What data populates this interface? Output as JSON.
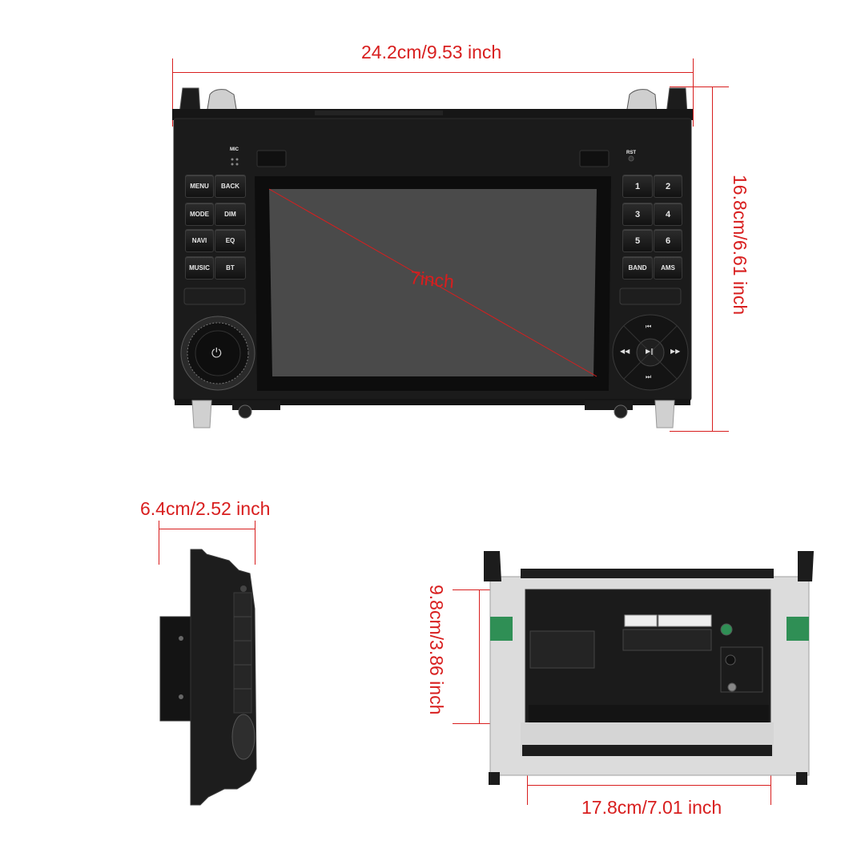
{
  "dimensions": {
    "front_width": "24.2cm/9.53 inch",
    "front_height": "16.8cm/6.61 inch",
    "screen_diagonal": "7inch",
    "side_depth": "6.4cm/2.52 inch",
    "back_height": "9.8cm/3.86 inch",
    "back_width": "17.8cm/7.01 inch"
  },
  "front_panel": {
    "mic_label": "MIC",
    "rst_label": "RST",
    "left_buttons": [
      "MENU",
      "BACK",
      "MODE",
      "DIM",
      "NAVI",
      "EQ",
      "MUSIC",
      "BT"
    ],
    "right_buttons": [
      "1",
      "2",
      "3",
      "4",
      "5",
      "6",
      "BAND",
      "AMS"
    ],
    "icons": {
      "power": "power-icon",
      "prev": "rewind-icon",
      "next": "fast-forward-icon",
      "play_pause": "play-pause-icon",
      "up": "skip-up-icon",
      "down": "skip-down-icon"
    }
  },
  "colors": {
    "dimension_red": "#d81e1e",
    "unit_body": "#1a1a1a",
    "bracket_metal": "#d9d9d9",
    "connector_green": "#2f8f55"
  }
}
